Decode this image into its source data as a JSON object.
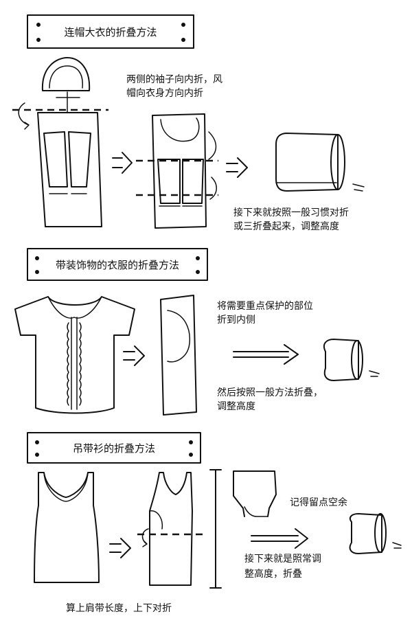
{
  "sections": [
    {
      "title": "连帽大衣的折叠方法",
      "notes": [
        [
          "两侧的袖子向内折，风",
          "帽向衣身方向内折"
        ],
        [
          "接下来就按照一般习惯对折",
          "或三折叠起来，调整高度"
        ]
      ]
    },
    {
      "title": "带装饰物的衣服的折叠方法",
      "notes": [
        [
          "将需要重点保护的部位",
          "折到内侧"
        ],
        [
          "然后按照一般方法折叠，",
          "调整高度"
        ]
      ]
    },
    {
      "title": "吊带衫的折叠方法",
      "notes": [
        [
          "记得留点空余"
        ],
        [
          "接下来就是照常调",
          "整高度，折叠"
        ],
        [
          "算上肩带长度，上下对折"
        ]
      ]
    }
  ]
}
